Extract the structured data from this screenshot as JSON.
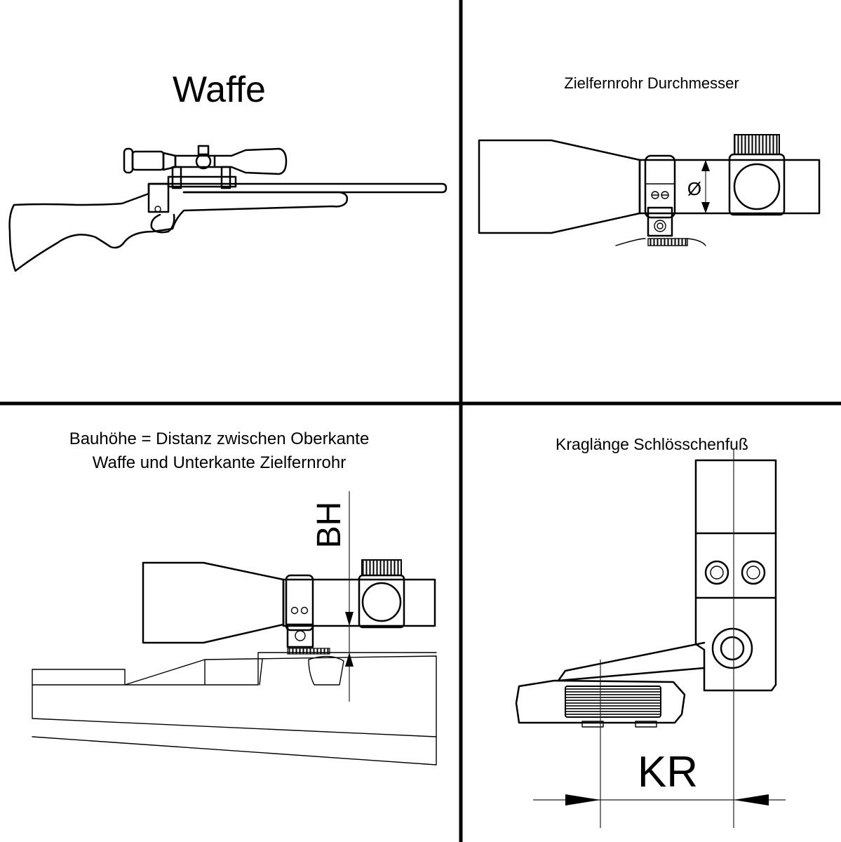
{
  "panels": {
    "weapon": {
      "title": "Waffe"
    },
    "diameter": {
      "title": "Zielfernrohr Durchmesser",
      "symbol": "Ø"
    },
    "height": {
      "title_line1": "Bauhöhe = Distanz zwischen Oberkante",
      "title_line2": "Waffe und Unterkante Zielfernrohr",
      "dimension": "BH"
    },
    "collar": {
      "title": "Kraglänge Schlösschenfuß",
      "dimension": "KR"
    }
  },
  "colors": {
    "ink": "#000000",
    "background": "#ffffff"
  }
}
